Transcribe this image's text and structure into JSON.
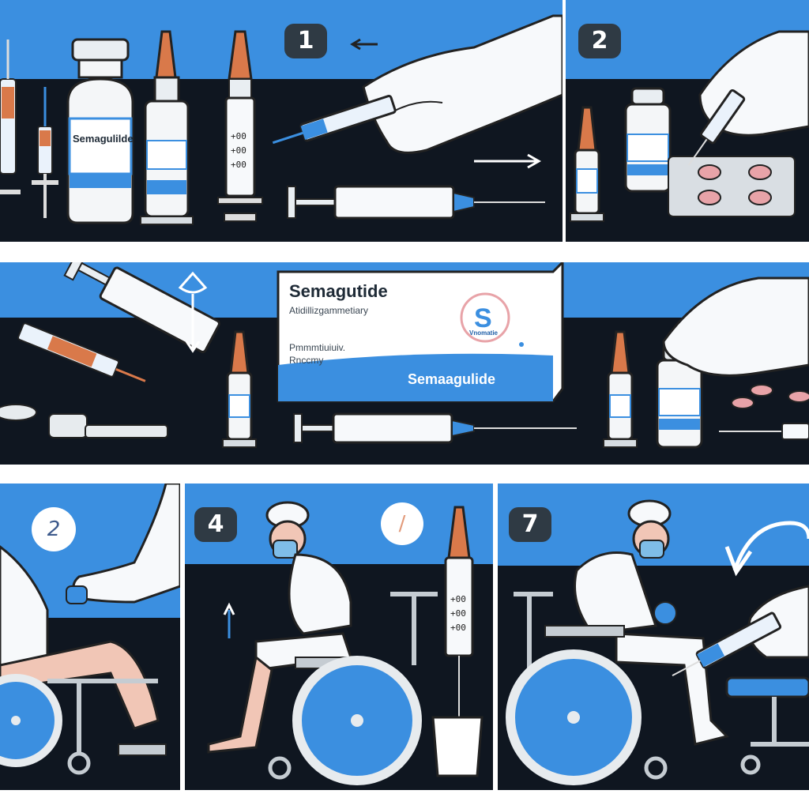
{
  "steps": {
    "top_left_badge": "1",
    "top_right_badge": "2",
    "bottom_left_circle": "2",
    "bottom_mid_badge": "4",
    "bottom_right_badge": "7"
  },
  "product": {
    "name": "Semagutide",
    "subtitle": "Atidillizgammetiary",
    "lines": [
      "Pmmmtiuiuiv.",
      "Rnccmy"
    ],
    "banner": "Semaagulide",
    "logo_letter": "S",
    "logo_caption": "Vnomatie"
  },
  "vial_label": "Semagulilde",
  "colors": {
    "accent_blue": "#3b8fe0",
    "dark_band": "#0f1620",
    "badge": "#2f3a44",
    "cap_orange": "#d9794a",
    "pill_pink": "#e8a3a8"
  },
  "icons": [
    "arrow-left-icon",
    "arrow-right-icon",
    "arrow-up-down-icon",
    "slash-icon",
    "curved-arrow-icon"
  ]
}
